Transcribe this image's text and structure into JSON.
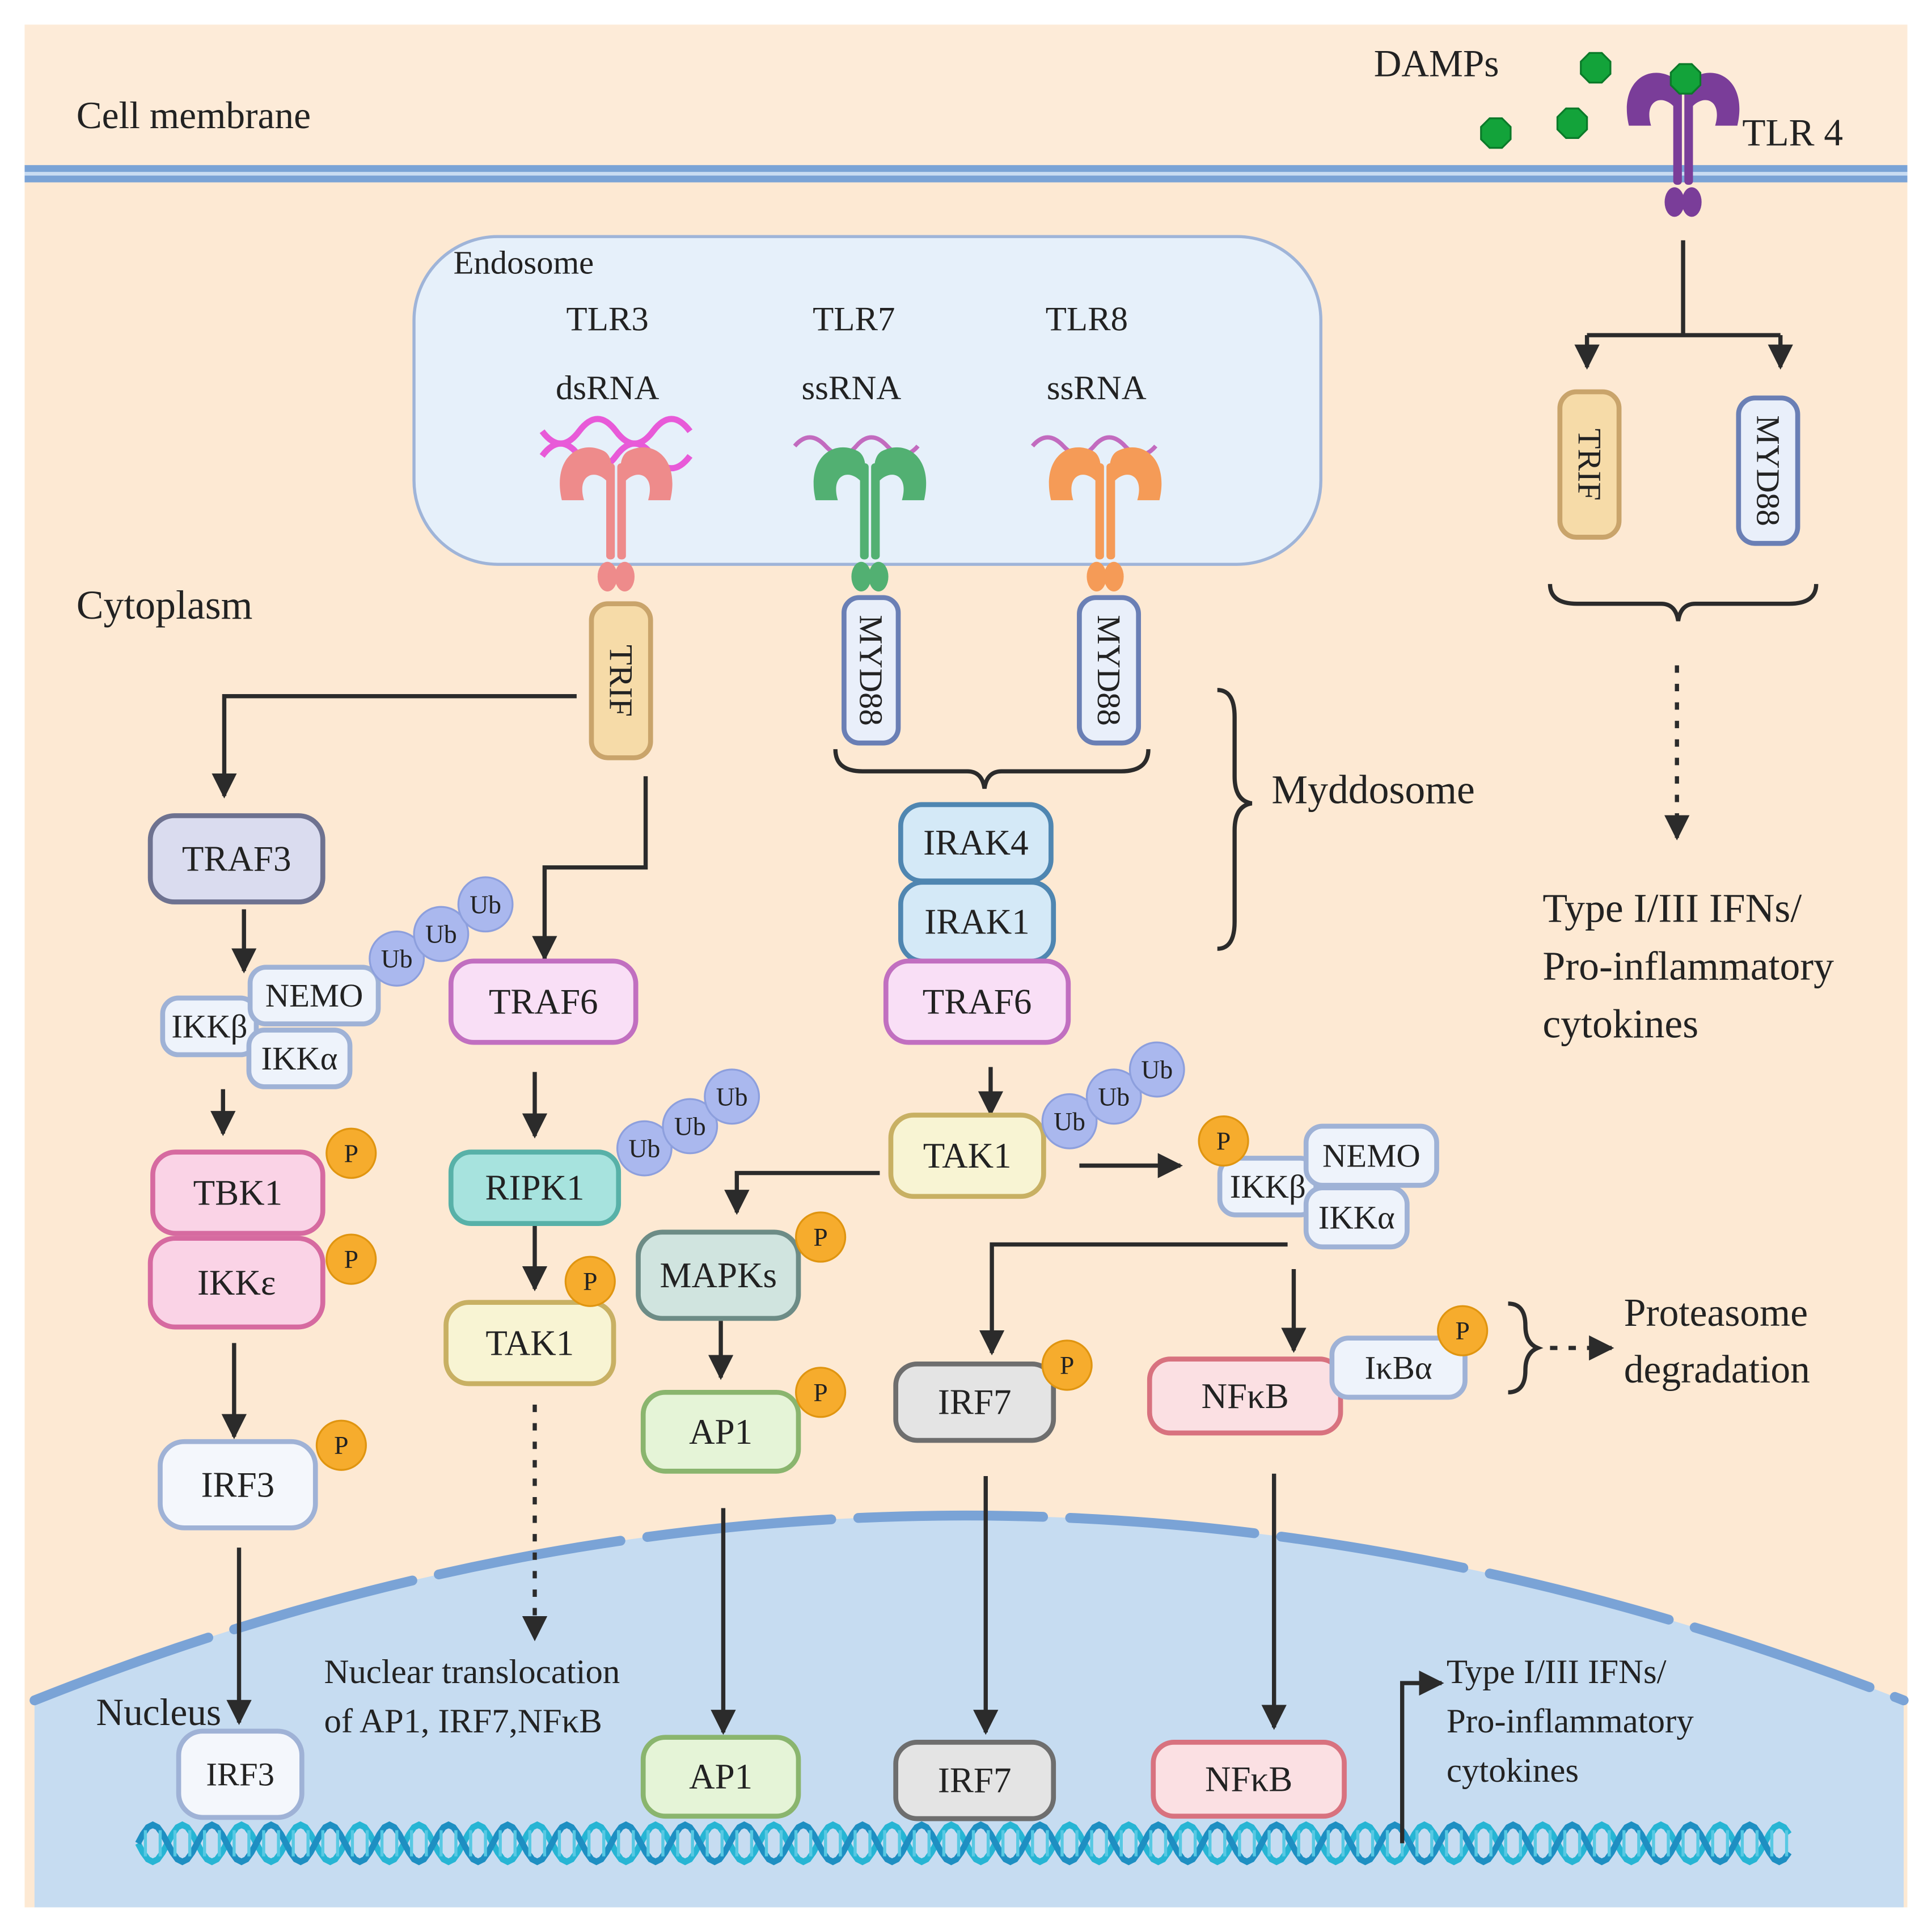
{
  "labels": {
    "cell_membrane": "Cell membrane",
    "damps": "DAMPs",
    "tlr4": "TLR 4",
    "endosome": "Endosome",
    "cytoplasm": "Cytoplasm",
    "nucleus": "Nucleus",
    "myddosome": "Myddosome",
    "tlr3": "TLR3",
    "tlr7": "TLR7",
    "tlr8": "TLR8",
    "dsrna": "dsRNA",
    "ssrna_7": "ssRNA",
    "ssrna_8": "ssRNA",
    "outcome_top": [
      "Type  I/III IFNs/",
      "Pro-inflammatory",
      "cytokines"
    ],
    "outcome_nucleus": [
      "Type  I/III IFNs/",
      "Pro-inflammatory",
      "cytokines"
    ],
    "proteasome": [
      "Proteasome",
      "degradation"
    ],
    "nuclear_translocation": [
      "Nuclear translocation",
      "of  AP1, IRF7,NFκB"
    ]
  },
  "nodes": {
    "trif_tlr4": "TRIF",
    "myd88_tlr4": "MYD88",
    "trif_tlr3": "TRIF",
    "myd88_tlr7": "MYD88",
    "myd88_tlr8": "MYD88",
    "traf3": "TRAF3",
    "nemo_left": "NEMO",
    "ikkb_left": "IKKβ",
    "ikka_left": "IKKα",
    "tbk1": "TBK1",
    "ikke": "IKKε",
    "irf3_cyto": "IRF3",
    "irf3_nuc": "IRF3",
    "traf6_left": "TRAF6",
    "ripk1": "RIPK1",
    "tak1_left": "TAK1",
    "irak4": "IRAK4",
    "irak1": "IRAK1",
    "traf6_right": "TRAF6",
    "tak1_right": "TAK1",
    "mapks": "MAPKs",
    "ap1_cyto": "AP1",
    "ap1_nuc": "AP1",
    "irf7_cyto": "IRF7",
    "irf7_nuc": "IRF7",
    "nfkb_cyto": "NFκB",
    "nfkb_nuc": "NFκB",
    "nemo_right": "NEMO",
    "ikkb_right": "IKKβ",
    "ikka_right": "IKKα",
    "ikba": "IκBα"
  },
  "badges": {
    "phospho": "P",
    "ubiquitin": "Ub"
  },
  "colors": {
    "cytoplasm": "#fde9d3",
    "membrane": "#7aa3d6",
    "endosome": "#e6f0fa",
    "nucleus": "#c6dcf1",
    "damps": "#13a33a",
    "tlr4": "#7a3d99",
    "tlr3": "#ee8b8b",
    "tlr7": "#52b072",
    "tlr8": "#f59b57",
    "dsrna": "#e85ad8",
    "ssrna": "#c26bbf",
    "dna": "#27b5d4",
    "phospho": "#f6ac2d",
    "ubiquitin": "#aab8ee"
  }
}
